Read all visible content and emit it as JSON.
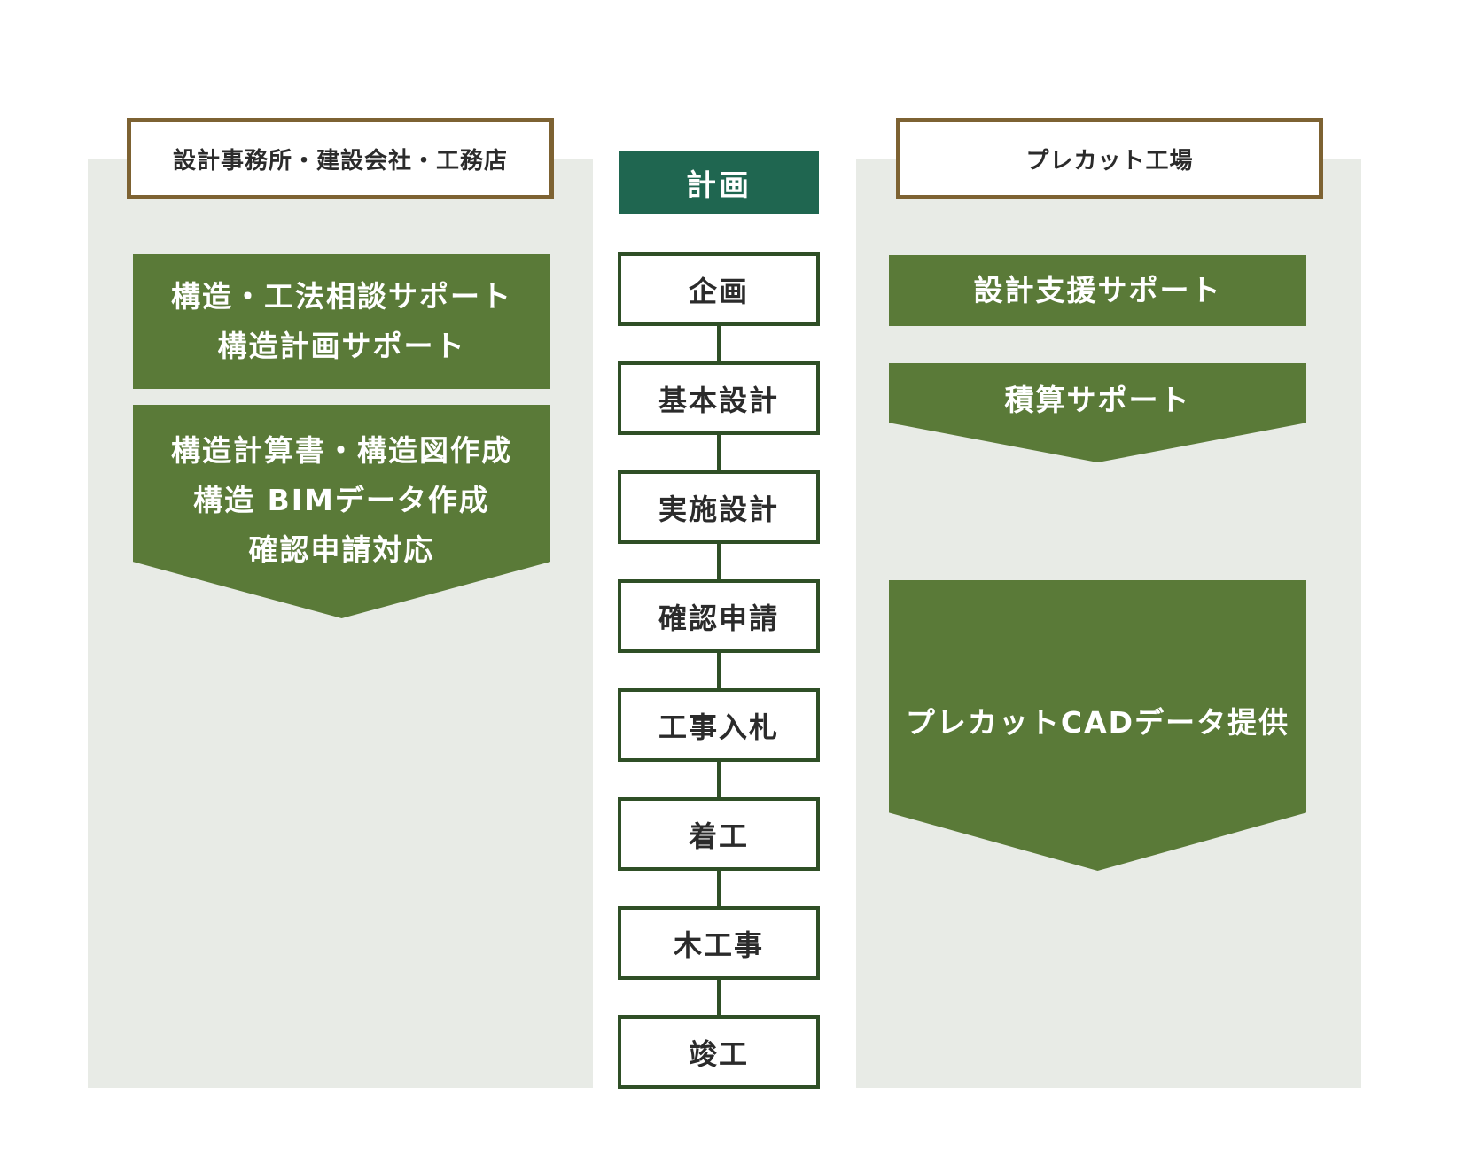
{
  "left": {
    "header": "設計事務所・建設会社・工務店",
    "blocks": [
      {
        "lines": [
          "構造・工法相談サポート",
          "構造計画サポート"
        ]
      },
      {
        "lines": [
          "構造計算書・構造図作成",
          "構造 BIMデータ作成",
          "確認申請対応"
        ]
      }
    ]
  },
  "center": {
    "header": "計画",
    "steps": [
      "企画",
      "基本設計",
      "実施設計",
      "確認申請",
      "工事入札",
      "着工",
      "木工事",
      "竣工"
    ]
  },
  "right": {
    "header": "プレカット工場",
    "blocks": [
      {
        "lines": [
          "設計支援サポート"
        ]
      },
      {
        "lines": [
          "積算サポート"
        ]
      },
      {
        "lines": [
          "プレカットCADデータ提供"
        ]
      }
    ]
  },
  "colors": {
    "green_block": "#5a7a38",
    "plan_header": "#1f6650",
    "header_border": "#7d6232",
    "panel_bg": "#e8ebe6",
    "step_border": "#2f4f26"
  }
}
